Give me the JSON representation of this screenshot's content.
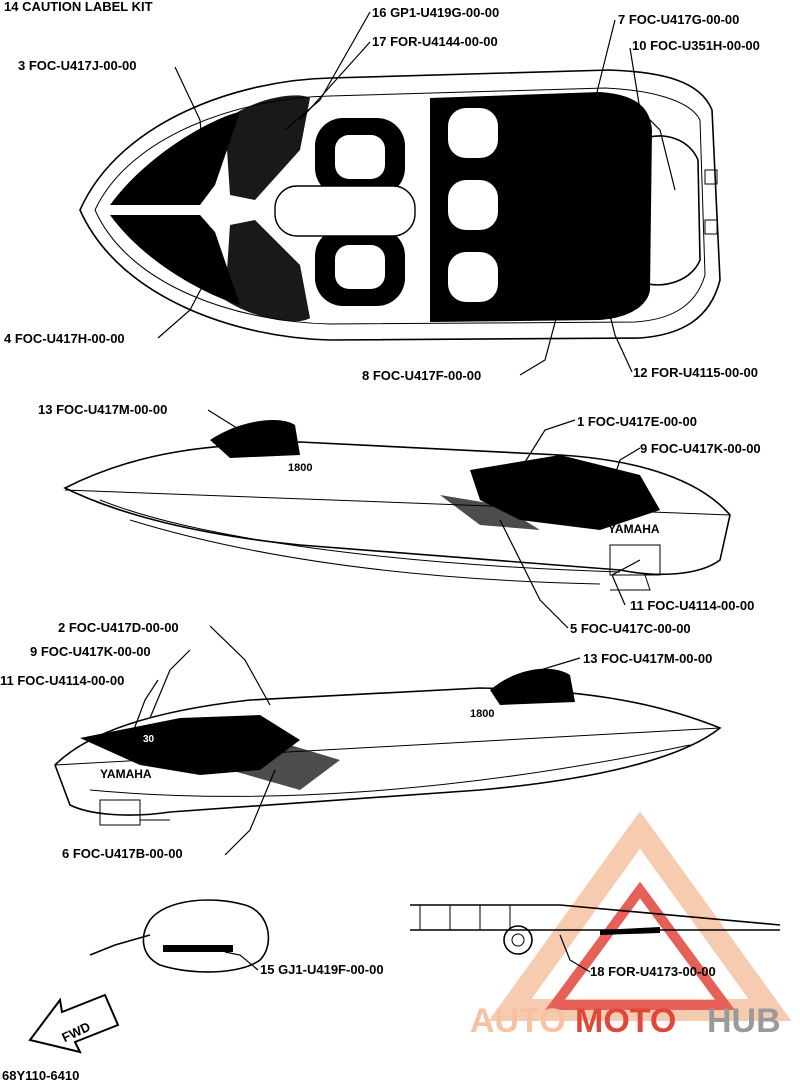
{
  "title": "14  CAUTION LABEL KIT",
  "diagram_code": "68Y110-6410",
  "watermark": {
    "part1": "AUTO",
    "part2": "MOTO",
    "part3": "HUB",
    "color_light": "#f6c2a3",
    "color_red": "#e2453a",
    "color_gray": "#9a9a9a"
  },
  "labels": {
    "p16": "16   GP1-U419G-00-00",
    "p17": "17   FOR-U4144-00-00",
    "p7": "7   FOC-U417G-00-00",
    "p10": "10   FOC-U351H-00-00",
    "p3": "3   FOC-U417J-00-00",
    "p4": "4  FOC-U417H-00-00",
    "p8": "8  FOC-U417F-00-00",
    "p12": "12   FOR-U4115-00-00",
    "p13a": "13   FOC-U417M-00-00",
    "p1": "1   FOC-U417E-00-00",
    "p9a": "9   FOC-U417K-00-00",
    "p11a": "11   FOC-U4114-00-00",
    "p5": "5   FOC-U417C-00-00",
    "p2": "2   FOC-U417D-00-00",
    "p13b": "13   FOC-U417M-00-00",
    "p9b": "9  FOC-U417K-00-00",
    "p11b": "11  FOC-U4114-00-00",
    "p6": "6  FOC-U417B-00-00",
    "p15": "15   GJ1-U419F-00-00",
    "p18": "18   FOR-U4173-00-00"
  },
  "hull_text": {
    "yamaha": "YAMAHA",
    "model": "1800",
    "badge": "30"
  },
  "fwd_arrow": "FWD"
}
